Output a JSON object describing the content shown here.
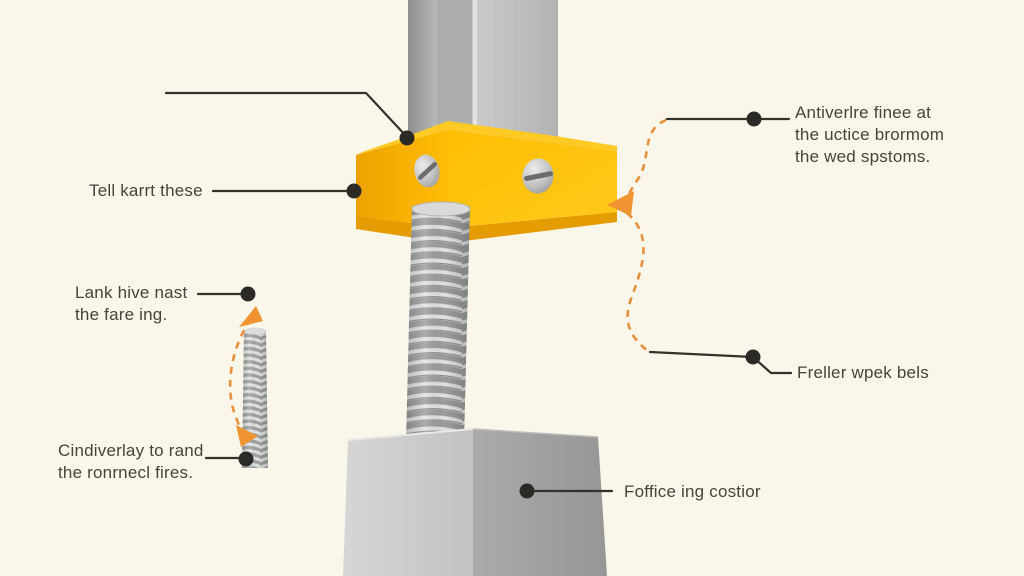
{
  "diagram": {
    "labels": {
      "left_clamp": "Tell karrt these",
      "left_coil_top": "Lank hive nast\nthe fare ing.",
      "left_coil_bottom": "Cindiverlay to rand\nthe ronrnecl fires.",
      "top_right": "Antiverlre finee at\nthe uctice brormom\nthe wed spstoms.",
      "right_mid": "Freller wpek bels",
      "bottom_base": "Foffice ing costior"
    },
    "colors": {
      "background": "#FAF6E9",
      "block_yellow": "#FFC30D",
      "block_yellow_dark": "#E49C00",
      "dashed_orange": "#E8913C",
      "leader_ink": "#33312C",
      "text_ink": "#46443C",
      "metal_light": "#D8D8D8",
      "metal_dark": "#A0A0A0"
    }
  }
}
